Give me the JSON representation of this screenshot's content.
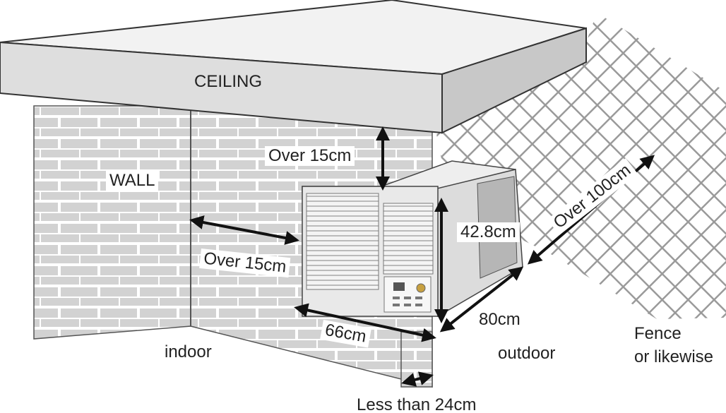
{
  "labels": {
    "ceiling": "CEILING",
    "wall": "WALL",
    "top_clearance": "Over 15cm",
    "side_clearance": "Over 15cm",
    "height": "42.8cm",
    "width": "66cm",
    "depth": "80cm",
    "rear_clearance": "Over 100cm",
    "indoor": "indoor",
    "outdoor": "outdoor",
    "fence_line1": "Fence",
    "fence_line2": "or likewise",
    "wall_thickness": "Less than 24cm"
  },
  "colors": {
    "brick_fill": "#d2d2d2",
    "mortar": "#ffffff",
    "ceiling_fill": "#dedede",
    "unit_fill": "#e9e9e9",
    "fence": "#9a9a9a",
    "arrow": "#111111"
  }
}
